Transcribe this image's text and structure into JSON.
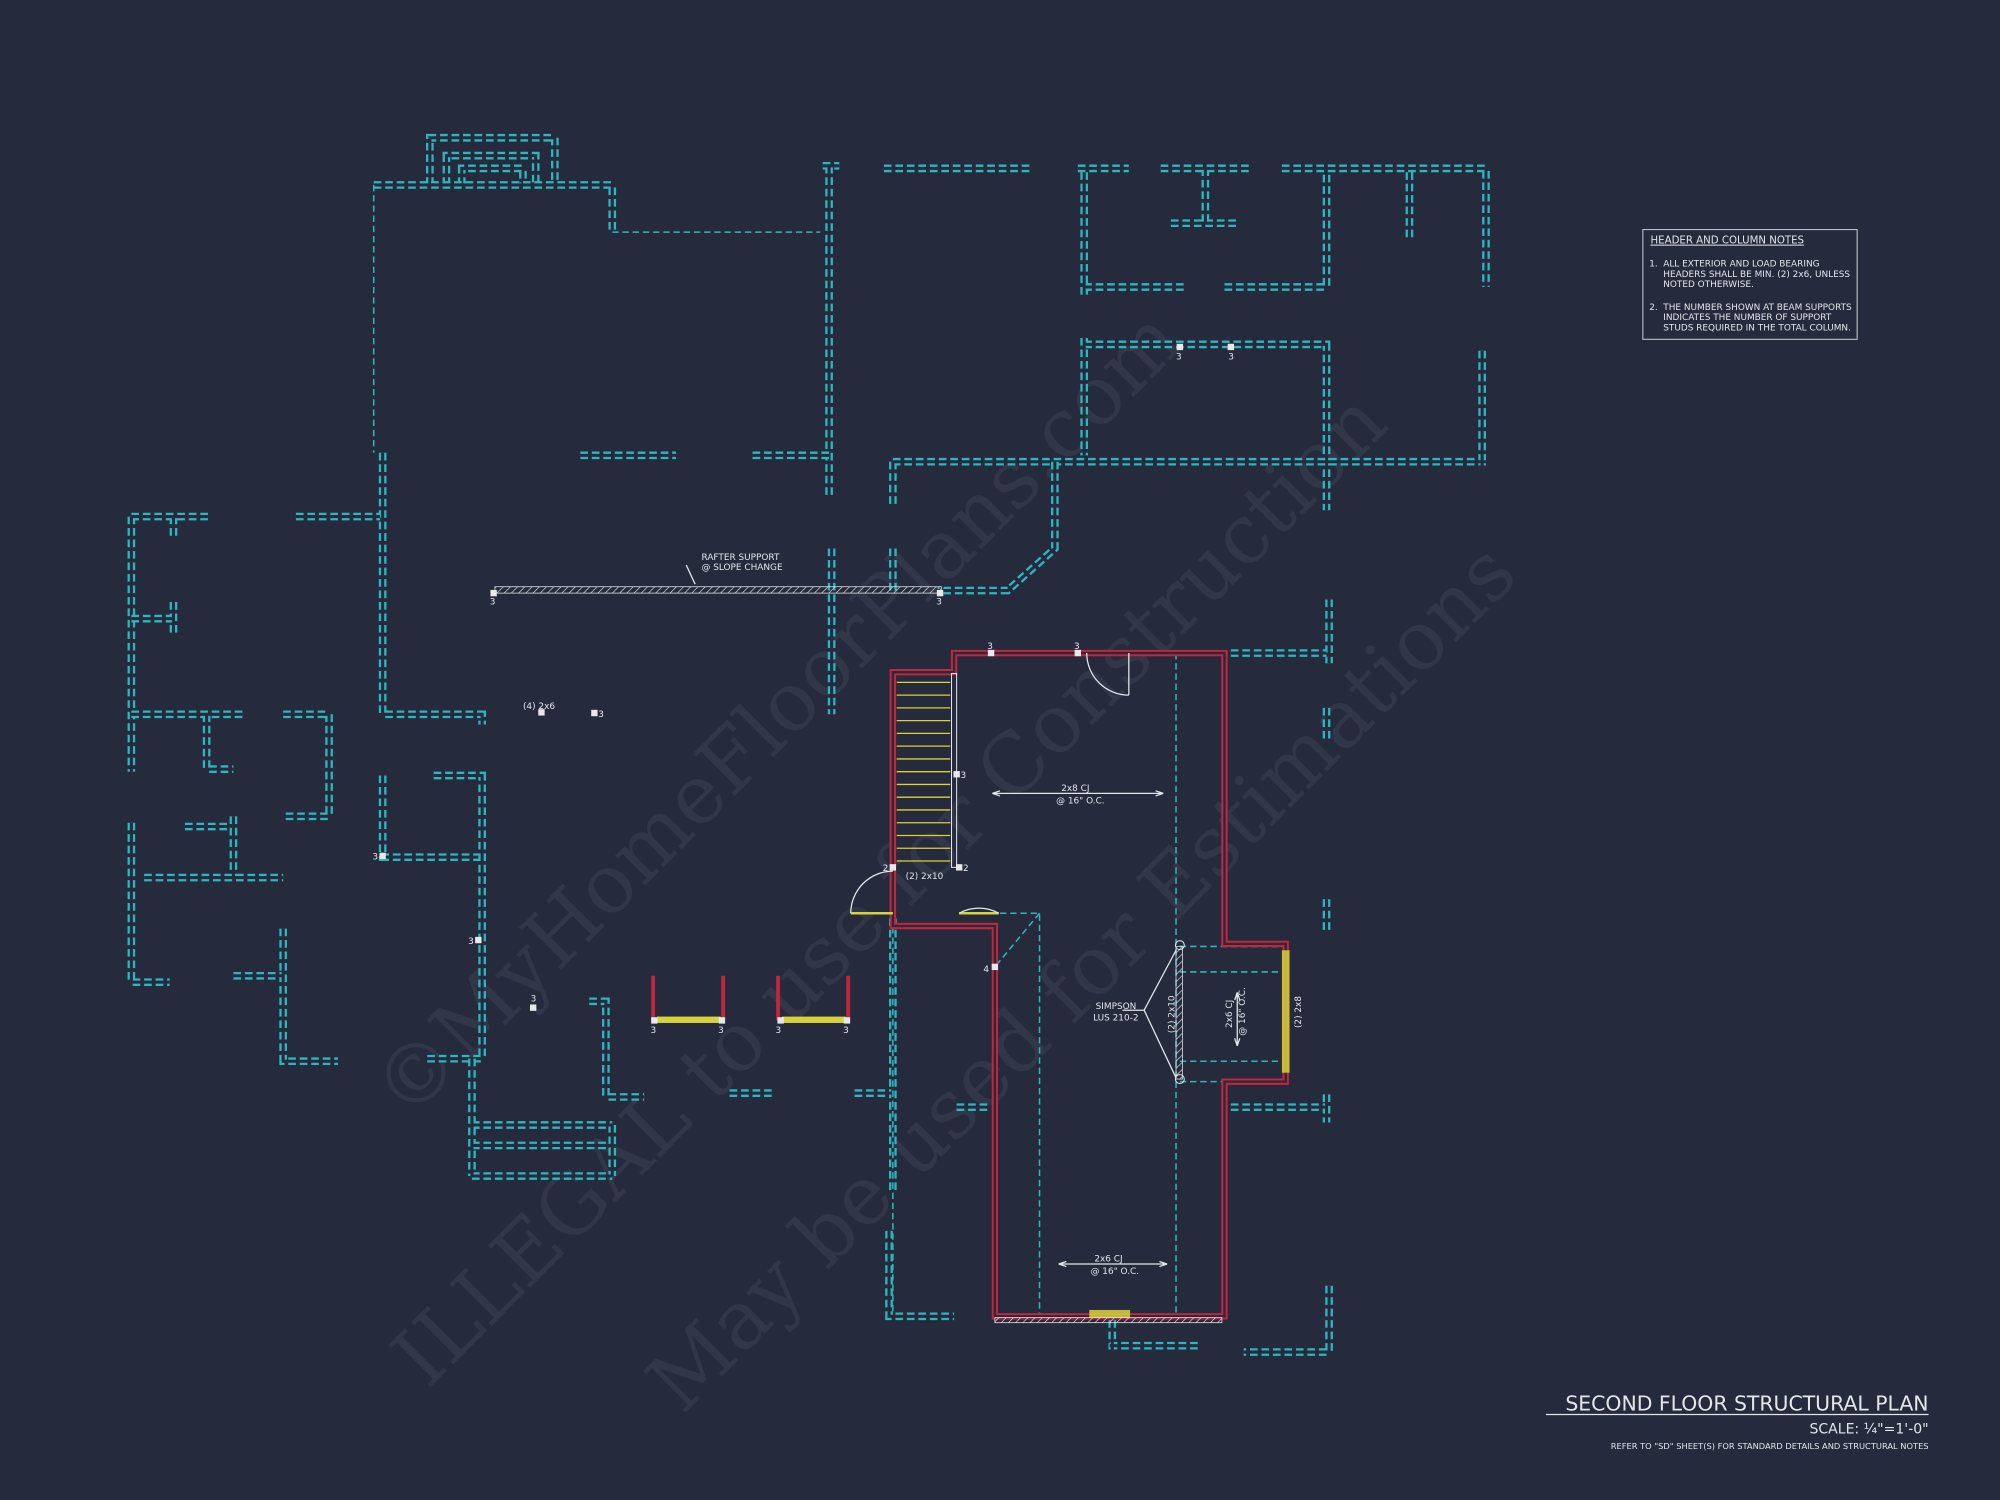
{
  "sheet": {
    "title": "SECOND FLOOR STRUCTURAL PLAN",
    "scale": "SCALE: ¼\"=1'-0\"",
    "reference": "REFER TO \"SD\" SHEET(S) FOR STANDARD DETAILS AND STRUCTURAL NOTES"
  },
  "notes": {
    "title": "HEADER AND COLUMN NOTES",
    "items": [
      {
        "num": "1.",
        "lines": [
          "ALL EXTERIOR AND LOAD BEARING",
          "HEADERS SHALL BE MIN. (2) 2x6, UNLESS",
          "NOTED OTHERWISE."
        ]
      },
      {
        "num": "2.",
        "lines": [
          "THE NUMBER SHOWN AT BEAM SUPPORTS",
          "INDICATES THE NUMBER OF SUPPORT",
          "STUDS REQUIRED IN THE TOTAL COLUMN."
        ]
      }
    ]
  },
  "labels": {
    "rafter_1": "RAFTER SUPPORT",
    "rafter_2": "@ SLOPE CHANGE",
    "post_4x": "(4) 2x6",
    "cj_top_1": "2x8 CJ",
    "cj_top_2": "@ 16\" O.C.",
    "cj_bottom_1": "2x6 CJ",
    "cj_bottom_2": "@ 16\" O.C.",
    "cj_bay_1": "2x6 CJ",
    "cj_bay_2": "@ 16\" O.C.",
    "header_stair": "(2) 2x10",
    "header_bay_left": "(2) 2x10",
    "header_bay_right": "(2) 2x8",
    "simpson_1": "SIMPSON",
    "simpson_2": "LUS 210-2"
  },
  "support_counts": [
    "3",
    "3",
    "3",
    "3",
    "3",
    "3",
    "3",
    "3",
    "3",
    "3",
    "3",
    "2",
    "2",
    "4",
    "3",
    "3",
    "3",
    "3"
  ],
  "watermark": [
    "©MyHomeFloorPlans.com",
    "ILLEGAL to use for Construction",
    "May be used for Estimations"
  ],
  "colors": {
    "background": "#252a3d",
    "existing_walls": "#2fb6bb",
    "new_walls": "#c2263c",
    "headers": "#d8d23a",
    "annotation": "#e4e6ea"
  }
}
